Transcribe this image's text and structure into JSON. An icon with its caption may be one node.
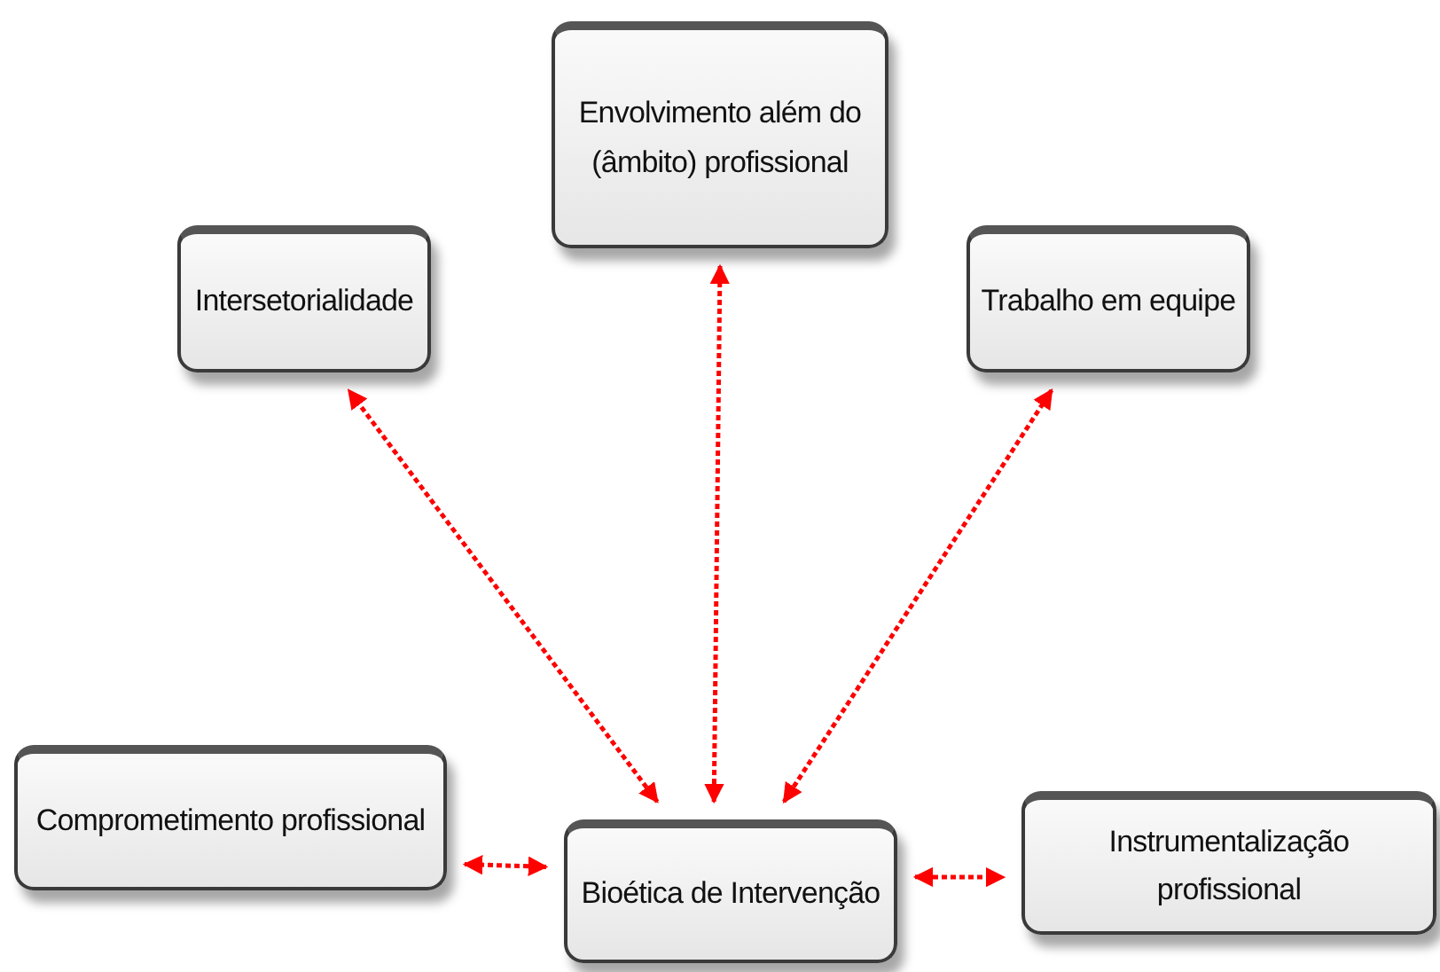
{
  "diagram": {
    "nodes": [
      {
        "text": [
          "Envolvimento além do (âmbito) profissional"
        ]
      },
      {
        "text": [
          "Intersetorialidade"
        ]
      },
      {
        "text": [
          "Trabalho em equipe"
        ]
      },
      {
        "text": [
          "Comprometimento profissional"
        ]
      },
      {
        "text": [
          "Bioética de Intervenção"
        ]
      },
      {
        "text": [
          "Instrumentalização profissional"
        ]
      }
    ],
    "edges": [
      {
        "from": 4,
        "to": 1,
        "arrow": "both",
        "style": "dashed"
      },
      {
        "from": 4,
        "to": 0,
        "arrow": "both",
        "style": "dashed"
      },
      {
        "from": 4,
        "to": 2,
        "arrow": "both",
        "style": "dashed"
      },
      {
        "from": 4,
        "to": 3,
        "arrow": "both",
        "style": "dashed"
      },
      {
        "from": 4,
        "to": 5,
        "arrow": "both",
        "style": "dashed"
      }
    ]
  }
}
